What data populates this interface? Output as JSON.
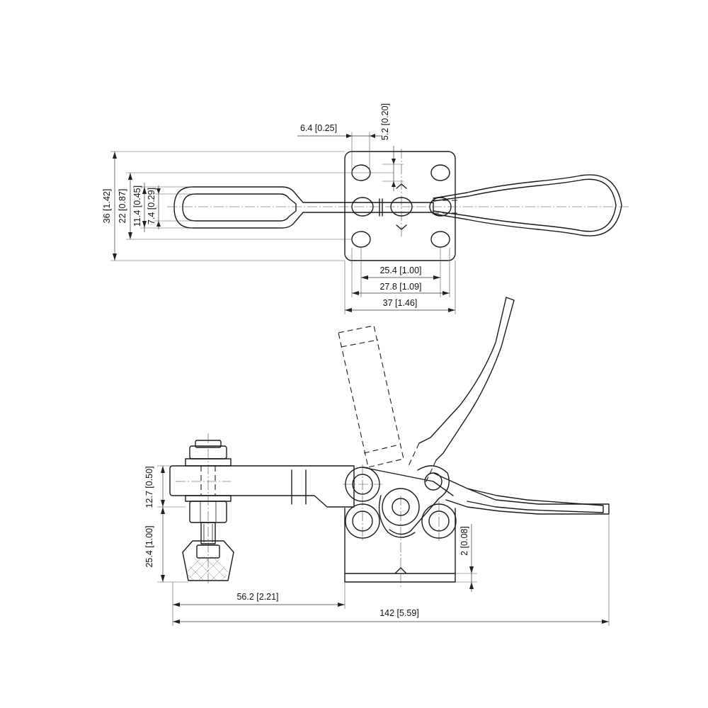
{
  "dimensions": {
    "hole_offset": "6.4 [0.25]",
    "pin_offset": "5.2 [0.20]",
    "overall_height": "36 [1.42]",
    "slot_outer": "22 [0.87]",
    "slot_mid": "11.4 [0.45]",
    "slot_inner": "7.4 [0.29]",
    "hole_spacing": "25.4 [1.00]",
    "hole_spacing_outer": "27.8 [1.09]",
    "base_width": "37 [1.46]",
    "bar_height": "12.7 [0.50]",
    "spindle_height": "25.4 [1.00]",
    "reach": "56.2 [2.21]",
    "base_offset": "2 [0.08]",
    "overall_length": "142 [5.59]"
  }
}
